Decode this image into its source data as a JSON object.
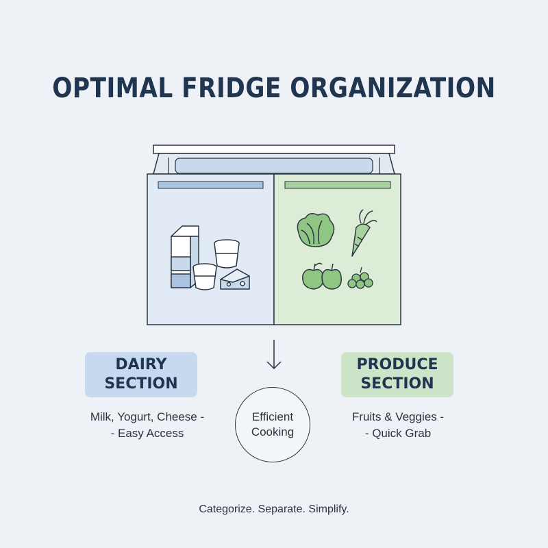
{
  "title": "OPTIMAL FRIDGE ORGANIZATION",
  "sections": {
    "dairy": {
      "label_line1": "DAIRY",
      "label_line2": "SECTION",
      "desc_line1": "Milk, Yogurt, Cheese -",
      "desc_line2": "- Easy Access",
      "color": "#c6d9ee"
    },
    "produce": {
      "label_line1": "PRODUCE",
      "label_line2": "SECTION",
      "desc_line1": "Fruits & Veggies -",
      "desc_line2": "- Quick Grab",
      "color": "#cde4c8"
    }
  },
  "center": {
    "line1": "Efficient",
    "line2": "Cooking"
  },
  "tagline": "Categorize. Separate. Simplify.",
  "icons": [
    "milk-carton-icon",
    "yogurt-cup-icon",
    "cheese-wedge-icon",
    "lettuce-icon",
    "carrot-icon",
    "apples-icon",
    "berries-icon",
    "arrow-down-icon"
  ]
}
